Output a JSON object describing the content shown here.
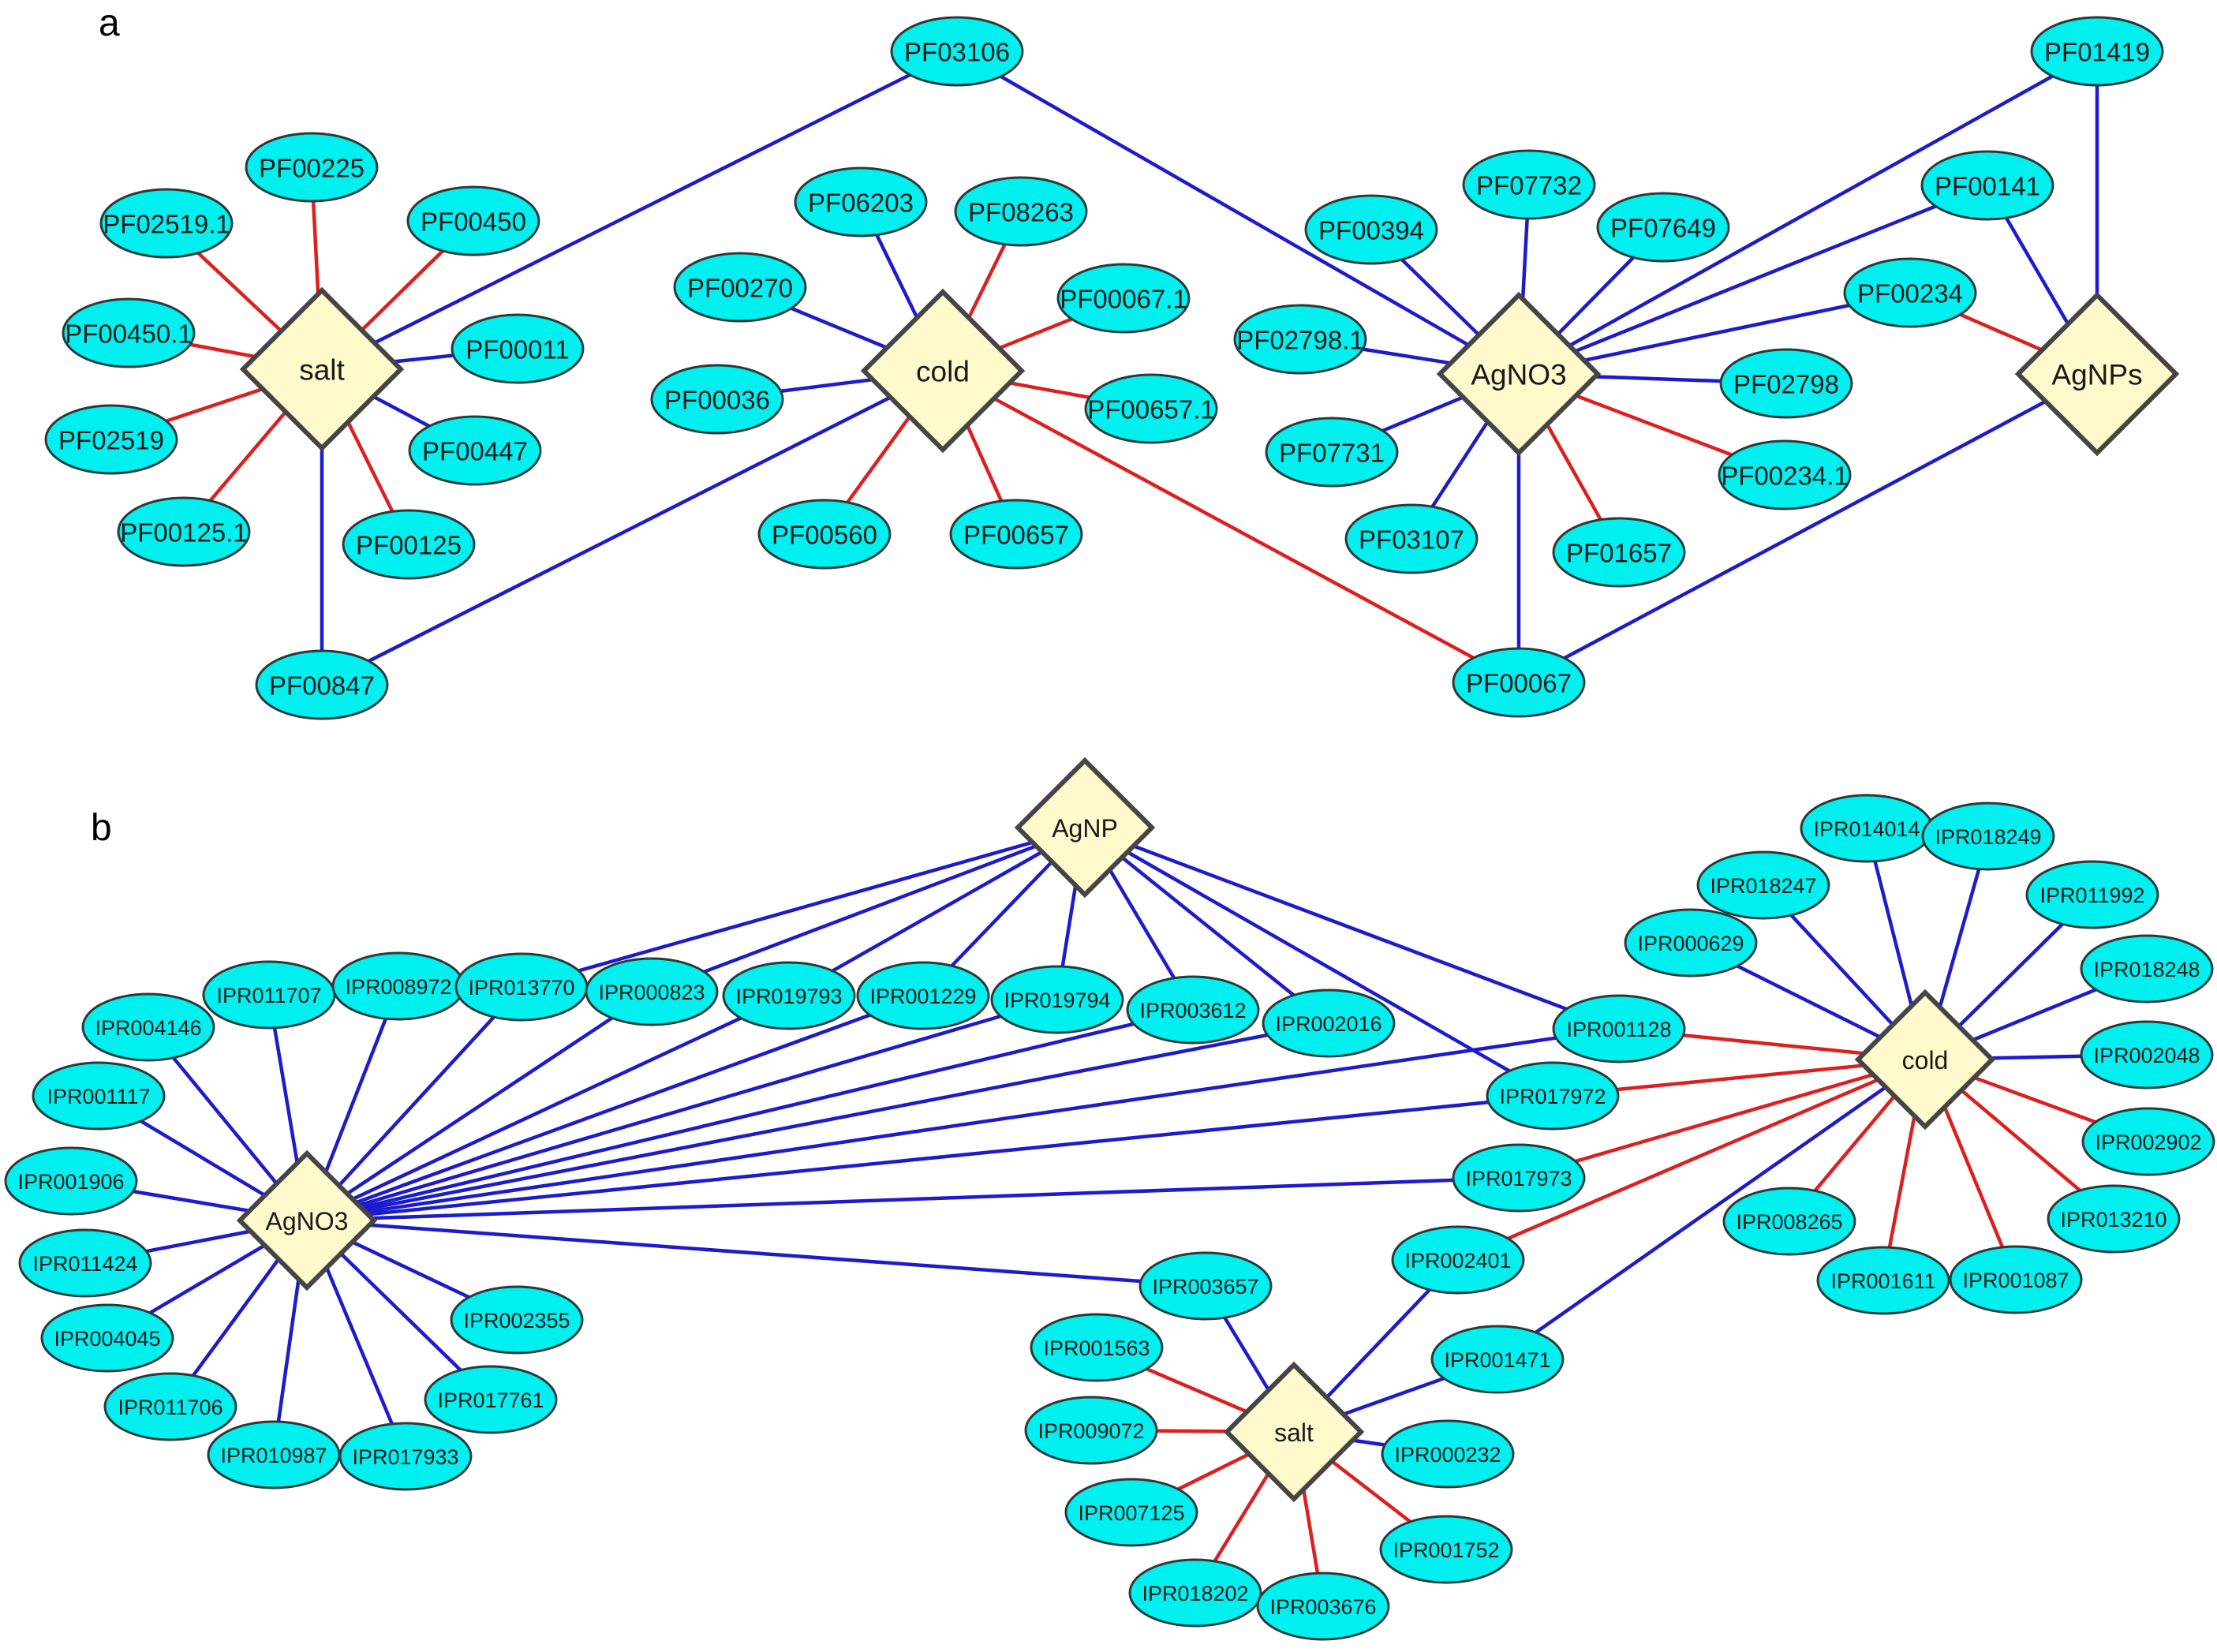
{
  "colors": {
    "edge_blue": "#1c1ccc",
    "edge_red": "#dd1f1f",
    "domain_fill": "#00f0f0",
    "condition_fill": "#fffacc"
  },
  "panels": [
    {
      "id": "a",
      "label": "a",
      "conditions": [
        {
          "id": "salt",
          "label": "salt"
        },
        {
          "id": "cold",
          "label": "cold"
        },
        {
          "id": "AgNO3",
          "label": "AgNO3"
        },
        {
          "id": "AgNPs",
          "label": "AgNPs"
        }
      ],
      "domains": [
        "PF03106",
        "PF01419",
        "PF00225",
        "PF02519.1",
        "PF00450",
        "PF00450.1",
        "PF00011",
        "PF02519",
        "PF00447",
        "PF00125.1",
        "PF00125",
        "PF00847",
        "PF06203",
        "PF08263",
        "PF00270",
        "PF00067.1",
        "PF00036",
        "PF00657.1",
        "PF00560",
        "PF00657",
        "PF07732",
        "PF00394",
        "PF07649",
        "PF00141",
        "PF00234",
        "PF02798.1",
        "PF02798",
        "PF07731",
        "PF00234.1",
        "PF03107",
        "PF01657",
        "PF00067"
      ],
      "edges": [
        {
          "source": "salt",
          "target": "PF00225",
          "color": "red"
        },
        {
          "source": "salt",
          "target": "PF02519.1",
          "color": "red"
        },
        {
          "source": "salt",
          "target": "PF00450",
          "color": "red"
        },
        {
          "source": "salt",
          "target": "PF00450.1",
          "color": "red"
        },
        {
          "source": "salt",
          "target": "PF02519",
          "color": "red"
        },
        {
          "source": "salt",
          "target": "PF00125.1",
          "color": "red"
        },
        {
          "source": "salt",
          "target": "PF00125",
          "color": "red"
        },
        {
          "source": "salt",
          "target": "PF00011",
          "color": "blue"
        },
        {
          "source": "salt",
          "target": "PF00447",
          "color": "blue"
        },
        {
          "source": "salt",
          "target": "PF00847",
          "color": "blue"
        },
        {
          "source": "salt",
          "target": "PF03106",
          "color": "blue"
        },
        {
          "source": "cold",
          "target": "PF06203",
          "color": "blue"
        },
        {
          "source": "cold",
          "target": "PF00270",
          "color": "blue"
        },
        {
          "source": "cold",
          "target": "PF00036",
          "color": "blue"
        },
        {
          "source": "cold",
          "target": "PF00847",
          "color": "blue"
        },
        {
          "source": "cold",
          "target": "PF08263",
          "color": "red"
        },
        {
          "source": "cold",
          "target": "PF00067.1",
          "color": "red"
        },
        {
          "source": "cold",
          "target": "PF00657.1",
          "color": "red"
        },
        {
          "source": "cold",
          "target": "PF00560",
          "color": "red"
        },
        {
          "source": "cold",
          "target": "PF00657",
          "color": "red"
        },
        {
          "source": "cold",
          "target": "PF00067",
          "color": "red"
        },
        {
          "source": "AgNO3",
          "target": "PF03106",
          "color": "blue"
        },
        {
          "source": "AgNO3",
          "target": "PF01419",
          "color": "blue"
        },
        {
          "source": "AgNO3",
          "target": "PF00141",
          "color": "blue"
        },
        {
          "source": "AgNO3",
          "target": "PF00234",
          "color": "blue"
        },
        {
          "source": "AgNO3",
          "target": "PF07732",
          "color": "blue"
        },
        {
          "source": "AgNO3",
          "target": "PF00394",
          "color": "blue"
        },
        {
          "source": "AgNO3",
          "target": "PF07649",
          "color": "blue"
        },
        {
          "source": "AgNO3",
          "target": "PF02798.1",
          "color": "blue"
        },
        {
          "source": "AgNO3",
          "target": "PF02798",
          "color": "blue"
        },
        {
          "source": "AgNO3",
          "target": "PF07731",
          "color": "blue"
        },
        {
          "source": "AgNO3",
          "target": "PF03107",
          "color": "blue"
        },
        {
          "source": "AgNO3",
          "target": "PF00067",
          "color": "blue"
        },
        {
          "source": "AgNO3",
          "target": "PF00234.1",
          "color": "red"
        },
        {
          "source": "AgNO3",
          "target": "PF01657",
          "color": "red"
        },
        {
          "source": "AgNPs",
          "target": "PF01419",
          "color": "blue"
        },
        {
          "source": "AgNPs",
          "target": "PF00141",
          "color": "blue"
        },
        {
          "source": "AgNPs",
          "target": "PF00067",
          "color": "blue"
        },
        {
          "source": "AgNPs",
          "target": "PF00234",
          "color": "red"
        }
      ]
    },
    {
      "id": "b",
      "label": "b",
      "conditions": [
        {
          "id": "AgNP",
          "label": "AgNP"
        },
        {
          "id": "AgNO3",
          "label": "AgNO3"
        },
        {
          "id": "cold",
          "label": "cold"
        },
        {
          "id": "salt",
          "label": "salt"
        }
      ],
      "domains": [
        "IPR014014",
        "IPR018249",
        "IPR018247",
        "IPR011992",
        "IPR000629",
        "IPR018248",
        "IPR011707",
        "IPR008972",
        "IPR013770",
        "IPR000823",
        "IPR019793",
        "IPR001229",
        "IPR019794",
        "IPR003612",
        "IPR002016",
        "IPR004146",
        "IPR001128",
        "IPR002048",
        "IPR001117",
        "IPR017972",
        "IPR002902",
        "IPR001906",
        "IPR017973",
        "IPR013210",
        "IPR008265",
        "IPR011424",
        "IPR002401",
        "IPR001611",
        "IPR001087",
        "IPR003657",
        "IPR002355",
        "IPR004045",
        "IPR001563",
        "IPR001471",
        "IPR017761",
        "IPR011706",
        "IPR009072",
        "IPR000232",
        "IPR010987",
        "IPR017933",
        "IPR007125",
        "IPR001752",
        "IPR018202",
        "IPR003676"
      ],
      "edges": [
        {
          "source": "AgNP",
          "target": "IPR013770",
          "color": "blue"
        },
        {
          "source": "AgNP",
          "target": "IPR000823",
          "color": "blue"
        },
        {
          "source": "AgNP",
          "target": "IPR019793",
          "color": "blue"
        },
        {
          "source": "AgNP",
          "target": "IPR001229",
          "color": "blue"
        },
        {
          "source": "AgNP",
          "target": "IPR019794",
          "color": "blue"
        },
        {
          "source": "AgNP",
          "target": "IPR003612",
          "color": "blue"
        },
        {
          "source": "AgNP",
          "target": "IPR002016",
          "color": "blue"
        },
        {
          "source": "AgNP",
          "target": "IPR001128",
          "color": "blue"
        },
        {
          "source": "AgNP",
          "target": "IPR017972",
          "color": "blue"
        },
        {
          "source": "AgNO3",
          "target": "IPR004146",
          "color": "blue"
        },
        {
          "source": "AgNO3",
          "target": "IPR011707",
          "color": "blue"
        },
        {
          "source": "AgNO3",
          "target": "IPR008972",
          "color": "blue"
        },
        {
          "source": "AgNO3",
          "target": "IPR013770",
          "color": "blue"
        },
        {
          "source": "AgNO3",
          "target": "IPR000823",
          "color": "blue"
        },
        {
          "source": "AgNO3",
          "target": "IPR019793",
          "color": "blue"
        },
        {
          "source": "AgNO3",
          "target": "IPR001229",
          "color": "blue"
        },
        {
          "source": "AgNO3",
          "target": "IPR019794",
          "color": "blue"
        },
        {
          "source": "AgNO3",
          "target": "IPR003612",
          "color": "blue"
        },
        {
          "source": "AgNO3",
          "target": "IPR002016",
          "color": "blue"
        },
        {
          "source": "AgNO3",
          "target": "IPR001128",
          "color": "blue"
        },
        {
          "source": "AgNO3",
          "target": "IPR017972",
          "color": "blue"
        },
        {
          "source": "AgNO3",
          "target": "IPR017973",
          "color": "blue"
        },
        {
          "source": "AgNO3",
          "target": "IPR001117",
          "color": "blue"
        },
        {
          "source": "AgNO3",
          "target": "IPR001906",
          "color": "blue"
        },
        {
          "source": "AgNO3",
          "target": "IPR011424",
          "color": "blue"
        },
        {
          "source": "AgNO3",
          "target": "IPR004045",
          "color": "blue"
        },
        {
          "source": "AgNO3",
          "target": "IPR011706",
          "color": "blue"
        },
        {
          "source": "AgNO3",
          "target": "IPR010987",
          "color": "blue"
        },
        {
          "source": "AgNO3",
          "target": "IPR017933",
          "color": "blue"
        },
        {
          "source": "AgNO3",
          "target": "IPR017761",
          "color": "blue"
        },
        {
          "source": "AgNO3",
          "target": "IPR002355",
          "color": "blue"
        },
        {
          "source": "AgNO3",
          "target": "IPR003657",
          "color": "blue"
        },
        {
          "source": "cold",
          "target": "IPR014014",
          "color": "blue"
        },
        {
          "source": "cold",
          "target": "IPR018249",
          "color": "blue"
        },
        {
          "source": "cold",
          "target": "IPR018247",
          "color": "blue"
        },
        {
          "source": "cold",
          "target": "IPR011992",
          "color": "blue"
        },
        {
          "source": "cold",
          "target": "IPR000629",
          "color": "blue"
        },
        {
          "source": "cold",
          "target": "IPR018248",
          "color": "blue"
        },
        {
          "source": "cold",
          "target": "IPR002048",
          "color": "blue"
        },
        {
          "source": "cold",
          "target": "IPR001471",
          "color": "blue"
        },
        {
          "source": "cold",
          "target": "IPR001128",
          "color": "red"
        },
        {
          "source": "cold",
          "target": "IPR017972",
          "color": "red"
        },
        {
          "source": "cold",
          "target": "IPR017973",
          "color": "red"
        },
        {
          "source": "cold",
          "target": "IPR002401",
          "color": "red"
        },
        {
          "source": "cold",
          "target": "IPR008265",
          "color": "red"
        },
        {
          "source": "cold",
          "target": "IPR001611",
          "color": "red"
        },
        {
          "source": "cold",
          "target": "IPR001087",
          "color": "red"
        },
        {
          "source": "cold",
          "target": "IPR013210",
          "color": "red"
        },
        {
          "source": "cold",
          "target": "IPR002902",
          "color": "red"
        },
        {
          "source": "salt",
          "target": "IPR003657",
          "color": "blue"
        },
        {
          "source": "salt",
          "target": "IPR002401",
          "color": "blue"
        },
        {
          "source": "salt",
          "target": "IPR001471",
          "color": "blue"
        },
        {
          "source": "salt",
          "target": "IPR000232",
          "color": "blue"
        },
        {
          "source": "salt",
          "target": "IPR001563",
          "color": "red"
        },
        {
          "source": "salt",
          "target": "IPR009072",
          "color": "red"
        },
        {
          "source": "salt",
          "target": "IPR007125",
          "color": "red"
        },
        {
          "source": "salt",
          "target": "IPR018202",
          "color": "red"
        },
        {
          "source": "salt",
          "target": "IPR003676",
          "color": "red"
        },
        {
          "source": "salt",
          "target": "IPR001752",
          "color": "red"
        }
      ]
    }
  ]
}
